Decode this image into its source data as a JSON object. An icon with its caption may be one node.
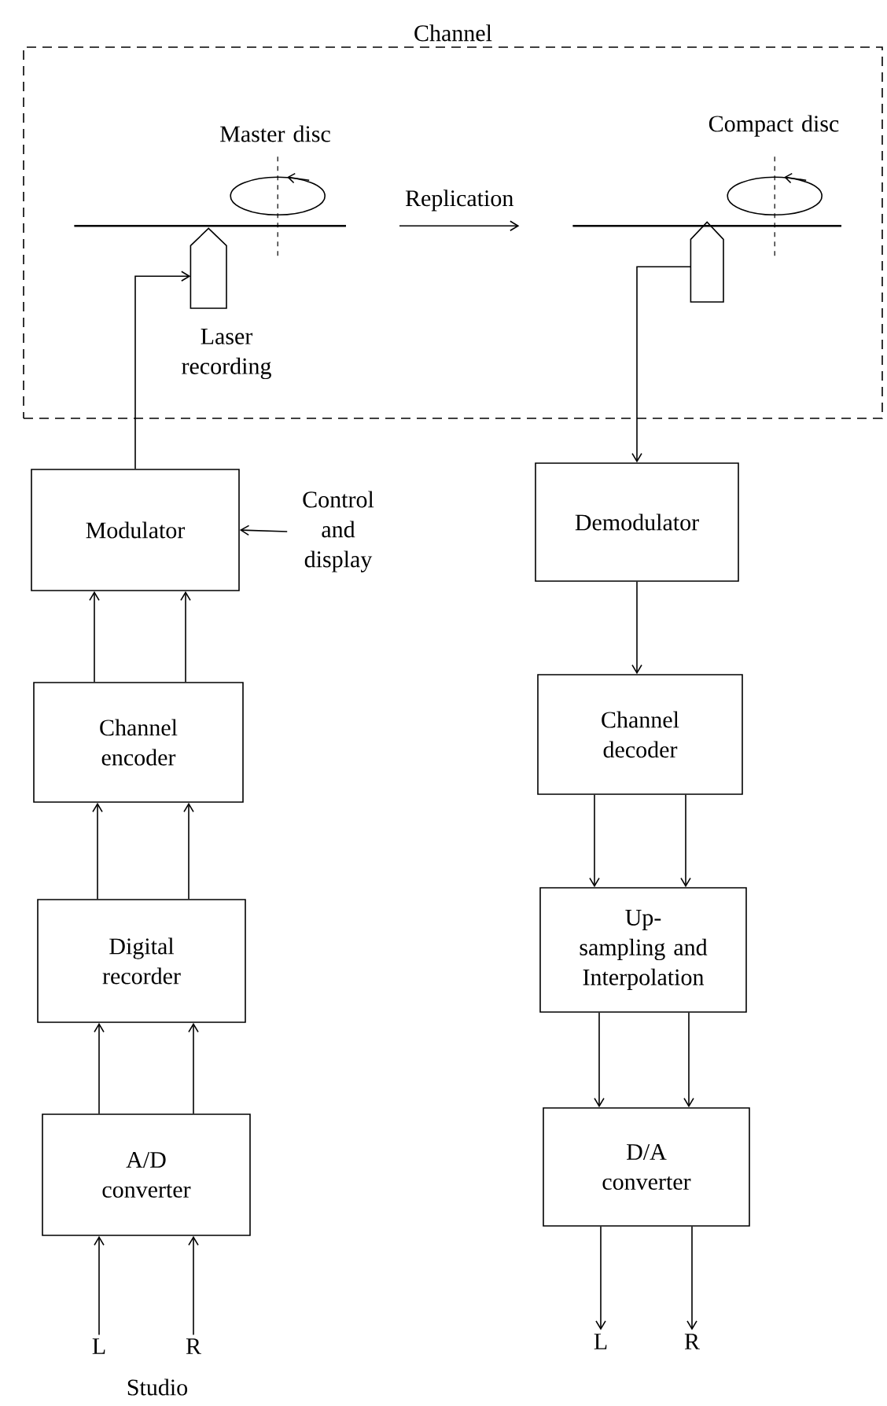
{
  "diagram": {
    "nodes": [
      {
        "text": [
          "Channel"
        ]
      },
      {
        "text": [],
        "shape": "picture",
        "beside": [
          "Laser recording"
        ],
        "in": 0
      },
      {
        "text": [],
        "shape": "picture",
        "beside": [
          "Master disc"
        ],
        "in": 0
      },
      {
        "text": [],
        "shape": "picture",
        "beside": [
          "Compact disc"
        ],
        "in": 0
      },
      {
        "text": [],
        "shape": "picture",
        "in": 0
      },
      {
        "text": [
          "Modulator"
        ]
      },
      {
        "text": [
          "Control and display"
        ]
      },
      {
        "text": [
          "Channel encoder"
        ]
      },
      {
        "text": [
          "Digital recorder"
        ]
      },
      {
        "text": [
          "A/D converter"
        ]
      },
      {
        "text": [
          "L"
        ]
      },
      {
        "text": [
          "R"
        ]
      },
      {
        "text": [
          "Demodulator"
        ]
      },
      {
        "text": [
          "Channel decoder"
        ]
      },
      {
        "text": [
          "Up-sampling and Interpolation"
        ]
      },
      {
        "text": [
          "D/A converter"
        ]
      },
      {
        "text": [
          "L"
        ]
      },
      {
        "text": [
          "R"
        ]
      }
    ],
    "edges": [
      {
        "from": 5,
        "to": 1,
        "arrow": "to"
      },
      {
        "from": 2,
        "to": 3,
        "arrow": "to",
        "label": "Replication"
      },
      {
        "from": 4,
        "to": 12,
        "arrow": "to"
      },
      {
        "from": 6,
        "to": 5,
        "arrow": "to"
      },
      {
        "from": 7,
        "to": 5,
        "arrow": "to"
      },
      {
        "from": 7,
        "to": 5,
        "arrow": "to"
      },
      {
        "from": 8,
        "to": 7,
        "arrow": "to"
      },
      {
        "from": 8,
        "to": 7,
        "arrow": "to"
      },
      {
        "from": 9,
        "to": 8,
        "arrow": "to"
      },
      {
        "from": 9,
        "to": 8,
        "arrow": "to"
      },
      {
        "from": 10,
        "to": 9,
        "arrow": "to"
      },
      {
        "from": 11,
        "to": 9,
        "arrow": "to"
      },
      {
        "from": 12,
        "to": 13,
        "arrow": "to"
      },
      {
        "from": 13,
        "to": 14,
        "arrow": "to"
      },
      {
        "from": 13,
        "to": 14,
        "arrow": "to"
      },
      {
        "from": 14,
        "to": 15,
        "arrow": "to"
      },
      {
        "from": 14,
        "to": 15,
        "arrow": "to"
      },
      {
        "from": 15,
        "to": 16,
        "arrow": "to"
      },
      {
        "from": 15,
        "to": 17,
        "arrow": "to"
      }
    ],
    "labels": [
      "Studio"
    ]
  }
}
